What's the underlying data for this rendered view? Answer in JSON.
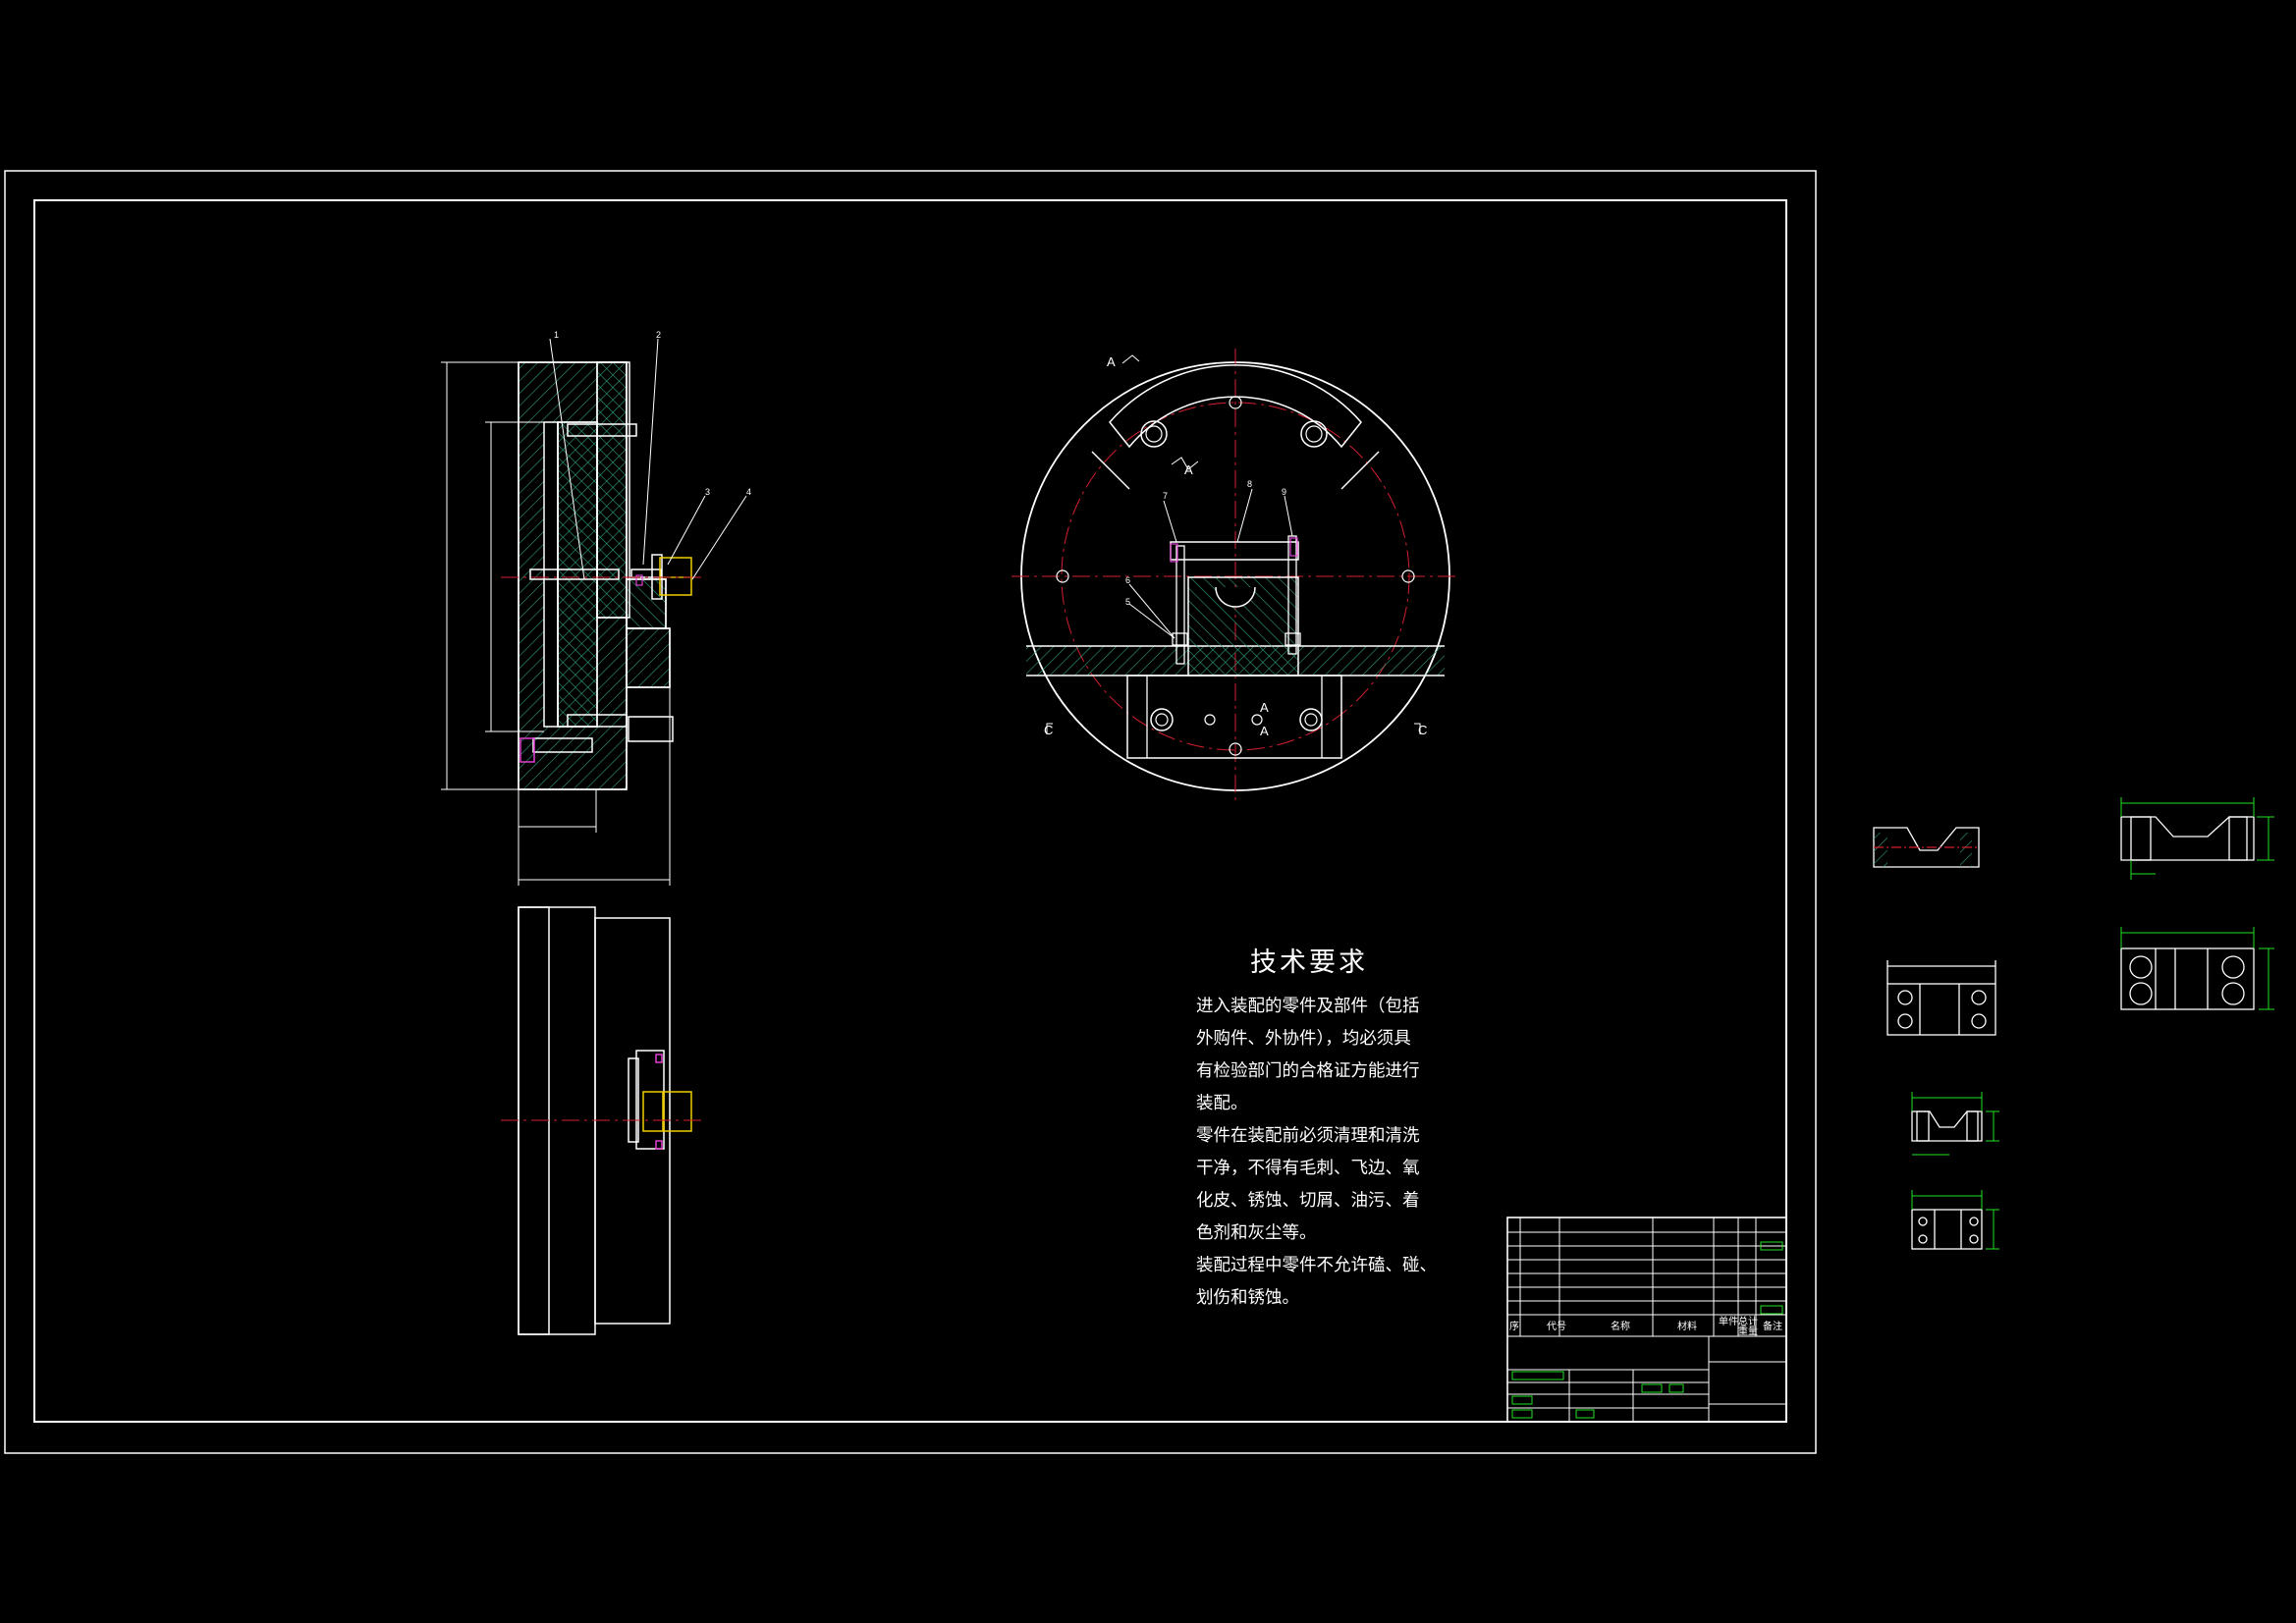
{
  "colors": {
    "line": "#ffffff",
    "hatch": "#2f9f7c",
    "center": "#d21f2f",
    "dim": "#22e022",
    "accent": "#f0d000",
    "magenta": "#e040d0"
  },
  "tech_requirements": {
    "title": "技术要求",
    "lines": [
      "进入装配的零件及部件（包括",
      "外购件、外协件），均必须具",
      "有检验部门的合格证方能进行",
      "装配。",
      "零件在装配前必须清理和清洗",
      "干净，不得有毛刺、飞边、氧",
      "化皮、锈蚀、切屑、油污、着",
      "色剂和灰尘等。",
      "装配过程中零件不允许磕、碰、",
      "划伤和锈蚀。"
    ]
  },
  "section_marks": {
    "a": "A",
    "c": "C"
  },
  "balloons": [
    "1",
    "2",
    "3",
    "4",
    "5",
    "6",
    "7",
    "8",
    "9"
  ],
  "title_block": {
    "header": [
      "序",
      "代号",
      "名称",
      "材料",
      "单件",
      "总计",
      "备注"
    ],
    "mass_label": "重量"
  }
}
